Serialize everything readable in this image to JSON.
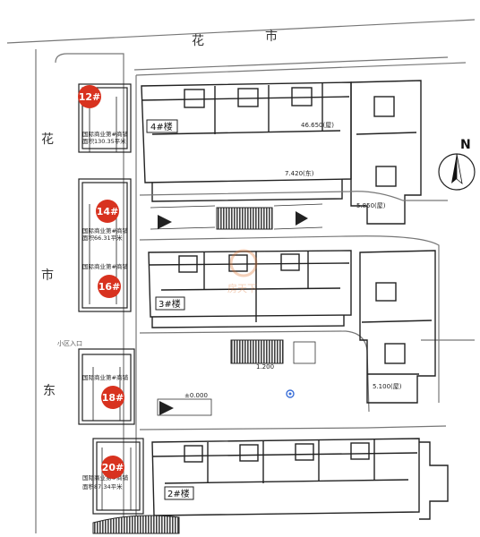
{
  "street": {
    "top_chars": [
      "花",
      "市"
    ],
    "left_chars": [
      "花",
      "市",
      "东"
    ],
    "entrance_label": "小区入口"
  },
  "compass": {
    "label": "N"
  },
  "buildings": [
    {
      "id": "4#楼",
      "name": "building-4"
    },
    {
      "id": "3#楼",
      "name": "building-3"
    },
    {
      "id": "2#楼",
      "name": "building-2"
    }
  ],
  "elevations": {
    "b4_top": "46.650(屋)",
    "b4_mid": "7.420(东)",
    "b4_right": "5.850(屋)",
    "b3_right": "5.100(屋)",
    "small_a": "±0.000",
    "small_b": "1.200"
  },
  "shops": [
    {
      "num": "12#",
      "area_label": "面积130.35平米"
    },
    {
      "num": "14#",
      "area_label": "面积66.31平米"
    },
    {
      "num": "16#",
      "area_label": ""
    },
    {
      "num": "18#",
      "area_label": ""
    },
    {
      "num": "20#",
      "area_label": "面积87.34平米"
    }
  ],
  "shop_caption": "国际商业第#商铺",
  "watermark": "房天下",
  "colors": {
    "marker": "#d8321f",
    "line": "#222222",
    "road": "#888888",
    "hatch": "#555555"
  }
}
